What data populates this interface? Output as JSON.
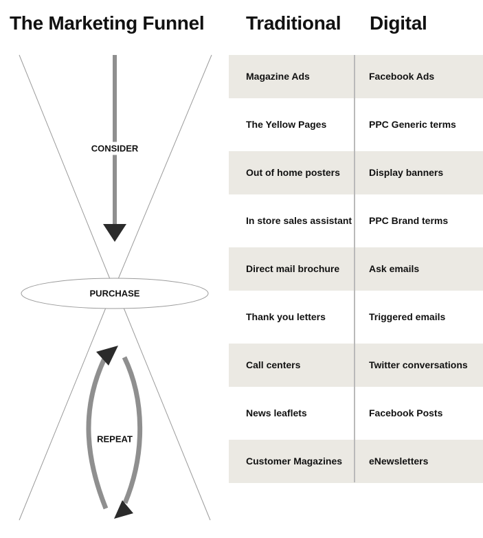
{
  "title": "The Marketing Funnel",
  "columns": {
    "traditional": "Traditional",
    "digital": "Digital"
  },
  "funnel": {
    "consider": "CONSIDER",
    "purchase": "PURCHASE",
    "repeat": "REPEAT"
  },
  "rows": [
    {
      "traditional": "Magazine Ads",
      "digital": "Facebook Ads",
      "shaded": true
    },
    {
      "traditional": "The Yellow Pages",
      "digital": "PPC Generic terms",
      "shaded": false
    },
    {
      "traditional": "Out of home posters",
      "digital": "Display banners",
      "shaded": true
    },
    {
      "traditional": "In store sales assistant",
      "digital": "PPC Brand terms",
      "shaded": false
    },
    {
      "traditional": "Direct mail brochure",
      "digital": "Ask emails",
      "shaded": true
    },
    {
      "traditional": "Thank you letters",
      "digital": "Triggered emails",
      "shaded": false
    },
    {
      "traditional": "Call centers",
      "digital": "Twitter conversations",
      "shaded": true
    },
    {
      "traditional": "News leaflets",
      "digital": "Facebook Posts",
      "shaded": false
    },
    {
      "traditional": "Customer Magazines",
      "digital": "eNewsletters",
      "shaded": true
    }
  ],
  "colors": {
    "row_shade": "#ebe9e3",
    "arrow_gray": "#8f8f8f",
    "arrow_head": "#2b2b2b",
    "funnel_line": "#9a9a9a"
  }
}
